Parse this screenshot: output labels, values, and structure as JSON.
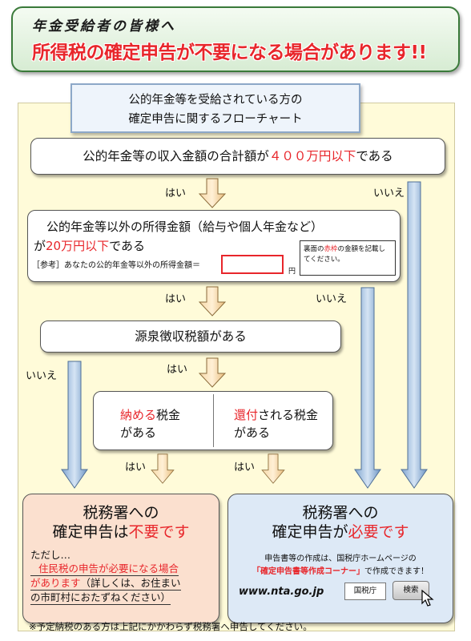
{
  "header": {
    "subtitle": "年金受給者の皆様へ",
    "title": "所得税の確定申告が不要になる場合があります!!"
  },
  "flow_title": {
    "line1": "公的年金等を受給されている方の",
    "line2": "確定申告に関するフローチャート"
  },
  "q1": {
    "pre": "公的年金等の収入金額の合計額が",
    "highlight": "４００万円以下",
    "post": "である"
  },
  "q2": {
    "line1": "公的年金等以外の所得金額（給与や個人年金など）",
    "line2_pre": "が",
    "line2_highlight": "20万円以下",
    "line2_post": "である",
    "reference": "［参考］あなたの公的年金等以外の所得金額＝",
    "yen": "円",
    "note_pre": "裏面の",
    "note_highlight": "赤枠",
    "note_post": "の金額を記載してください。"
  },
  "q3": {
    "text": "源泉徴収税額がある"
  },
  "q4": {
    "left_highlight": "納める",
    "left_rest": "税金",
    "left_line2": "がある",
    "right_highlight": "還付",
    "right_rest": "される税金",
    "right_line2": "がある"
  },
  "labels": {
    "yes": "はい",
    "no": "いいえ"
  },
  "result_left": {
    "title1": "税務署への",
    "title2_pre": "確定申告は",
    "title2_highlight": "不要です",
    "line1": "ただし…",
    "line2_highlight": "住民税の申告が必要になる場合",
    "line3_highlight": "があります",
    "line3_rest": "（詳しくは、お住まい",
    "line4": "の市町村におたずねください）"
  },
  "result_right": {
    "title1": "税務署への",
    "title2_pre": "確定申告が",
    "title2_highlight": "必要です",
    "text1": "申告書等の作成は、国税庁ホームページの",
    "text2_highlight": "「確定申告書等作成コーナー」",
    "text2_rest": "で作成できます！",
    "url": "www.nta.go.jp",
    "nta_label": "国税庁",
    "search_label": "検索"
  },
  "footnote": "※予定納税のある方は上記にかかわらず税務署へ申告してください。",
  "colors": {
    "red": "#e8262b",
    "short_arrow": "#f0cc90",
    "long_arrow": "#8fb0d6"
  }
}
